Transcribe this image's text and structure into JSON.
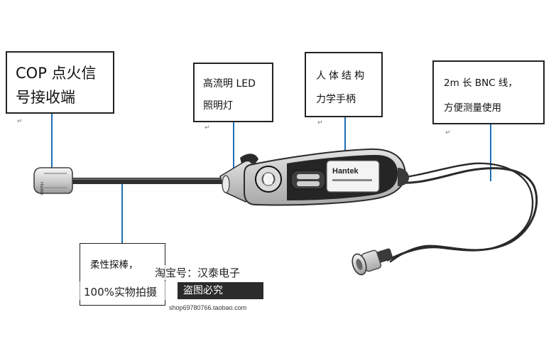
{
  "labels": {
    "cop": {
      "line1": "COP 点火信",
      "line2": "号接收端",
      "mark": "↵"
    },
    "led": {
      "line1": "高流明 LED",
      "line2": "照明灯",
      "mark": "↵"
    },
    "handle": {
      "line1": "人体结构",
      "line2": "力学手柄",
      "mark": "↵"
    },
    "cable": {
      "line1": "2m 长 BNC 线，",
      "line2": "方便测量使用",
      "mark": "↵"
    },
    "probe": {
      "line1": "柔性探棒，",
      "line2": ""
    }
  },
  "probe_brand": "Hantek",
  "tip_brand": "Hantek",
  "watermark": {
    "shop": "淘宝号：汉泰电子",
    "real": "100%实物拍摄",
    "badge": "盗图必究",
    "url": "shop69780766.taobao.com"
  },
  "colors": {
    "leader": "#1f6fb5",
    "box_border": "#222222",
    "probe_body": "#2f2f2f",
    "handle_dark": "#252525"
  }
}
